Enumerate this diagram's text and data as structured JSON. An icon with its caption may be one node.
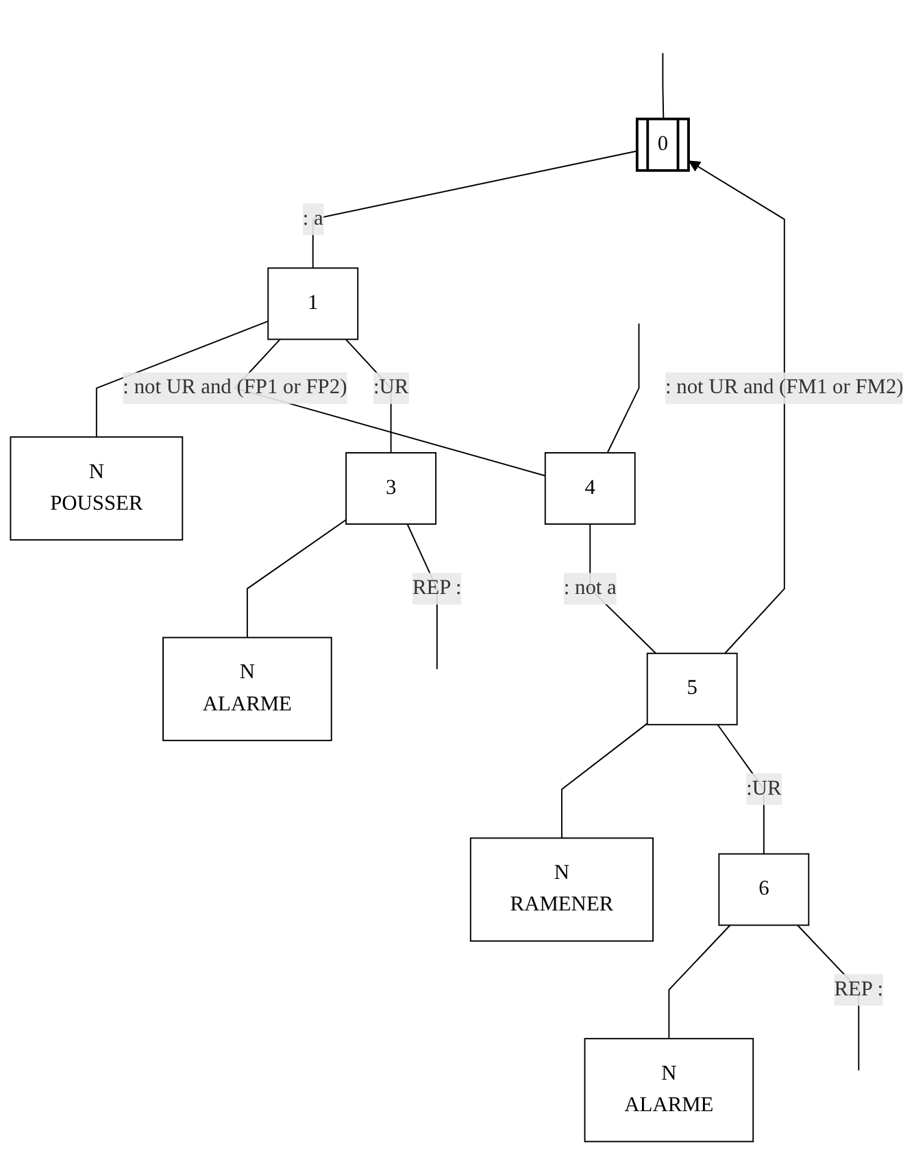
{
  "diagram": {
    "nodes": [
      {
        "text": [
          "0"
        ]
      },
      {
        "text": [
          "1"
        ]
      },
      {
        "text": [
          "N",
          "POUSSER"
        ]
      },
      {
        "text": [
          "3"
        ]
      },
      {
        "text": [
          "N",
          "ALARME"
        ]
      },
      {
        "text": [
          "4"
        ]
      },
      {
        "text": [
          "5"
        ]
      },
      {
        "text": [
          "N",
          "RAMENER"
        ]
      },
      {
        "text": [
          "6"
        ]
      },
      {
        "text": [
          "N",
          "ALARME"
        ]
      }
    ],
    "edges": [
      {
        "from": null,
        "to": 0,
        "arrow": "none"
      },
      {
        "from": 0,
        "to": 1,
        "arrow": "none",
        "label": ": a"
      },
      {
        "from": 1,
        "to": 2,
        "arrow": "none"
      },
      {
        "from": 1,
        "to": 5,
        "arrow": "none",
        "label": ": not UR and (FP1 or FP2)"
      },
      {
        "from": 1,
        "to": 3,
        "arrow": "none",
        "label": ":UR"
      },
      {
        "from": 3,
        "to": 4,
        "arrow": "none"
      },
      {
        "from": 3,
        "to": null,
        "arrow": "none",
        "label": "REP :"
      },
      {
        "from": null,
        "to": 5,
        "arrow": "none"
      },
      {
        "from": 5,
        "to": 6,
        "arrow": "none",
        "label": ": not a"
      },
      {
        "from": 6,
        "to": 7,
        "arrow": "none"
      },
      {
        "from": 6,
        "to": 0,
        "arrow": "to",
        "label": ": not UR and (FM1 or FM2)"
      },
      {
        "from": 6,
        "to": 8,
        "arrow": "none",
        "label": ":UR"
      },
      {
        "from": 8,
        "to": 9,
        "arrow": "none"
      },
      {
        "from": 8,
        "to": null,
        "arrow": "none",
        "label": "REP :"
      }
    ]
  }
}
